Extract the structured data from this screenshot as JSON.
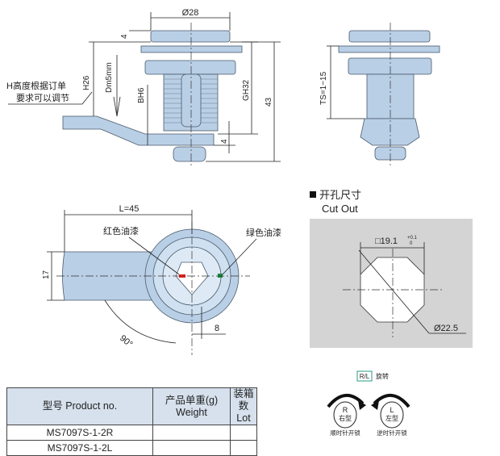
{
  "side_view": {
    "dia": "Ø28",
    "top4": "4",
    "h26": "H26",
    "dm": "Dm5mm",
    "bh": "BH6",
    "gh": "GH32",
    "total": "43",
    "bot4": "4",
    "note_line1": "H高度根据订单",
    "note_line2": "要求可以调节"
  },
  "end_view": {
    "ts": "TS=1~15"
  },
  "front_view": {
    "length": "L=45",
    "height": "17",
    "red_label": "红色油漆",
    "green_label": "绿色油漆",
    "angle": "90°",
    "eight": "8"
  },
  "cutout": {
    "title_cn": "开孔尺寸",
    "title_en": "Cut Out",
    "square": "□19.1",
    "tol_upper": "+0.1",
    "tol_lower": "0",
    "dia": "Ø22.5"
  },
  "table": {
    "headers": [
      [
        "型号 Product no.",
        ""
      ],
      [
        "产品单重(g)",
        "Weight"
      ],
      [
        "装箱数",
        "Lot"
      ]
    ],
    "rows": [
      [
        "MS7097S-1-2R",
        "",
        ""
      ],
      [
        "MS7097S-1-2L",
        "",
        ""
      ]
    ]
  },
  "rotation": {
    "badge": "R/L",
    "label": "旋转",
    "r_letter": "R",
    "r_type": "右型",
    "r_desc": "顺时针开锁",
    "l_letter": "L",
    "l_type": "左型",
    "l_desc": "逆时针开锁"
  },
  "colors": {
    "part": "#b9cfe6",
    "header": "#d6e1ed",
    "red": "#e02020",
    "green": "#1a8a3a",
    "badge": "#2a9a8a"
  }
}
